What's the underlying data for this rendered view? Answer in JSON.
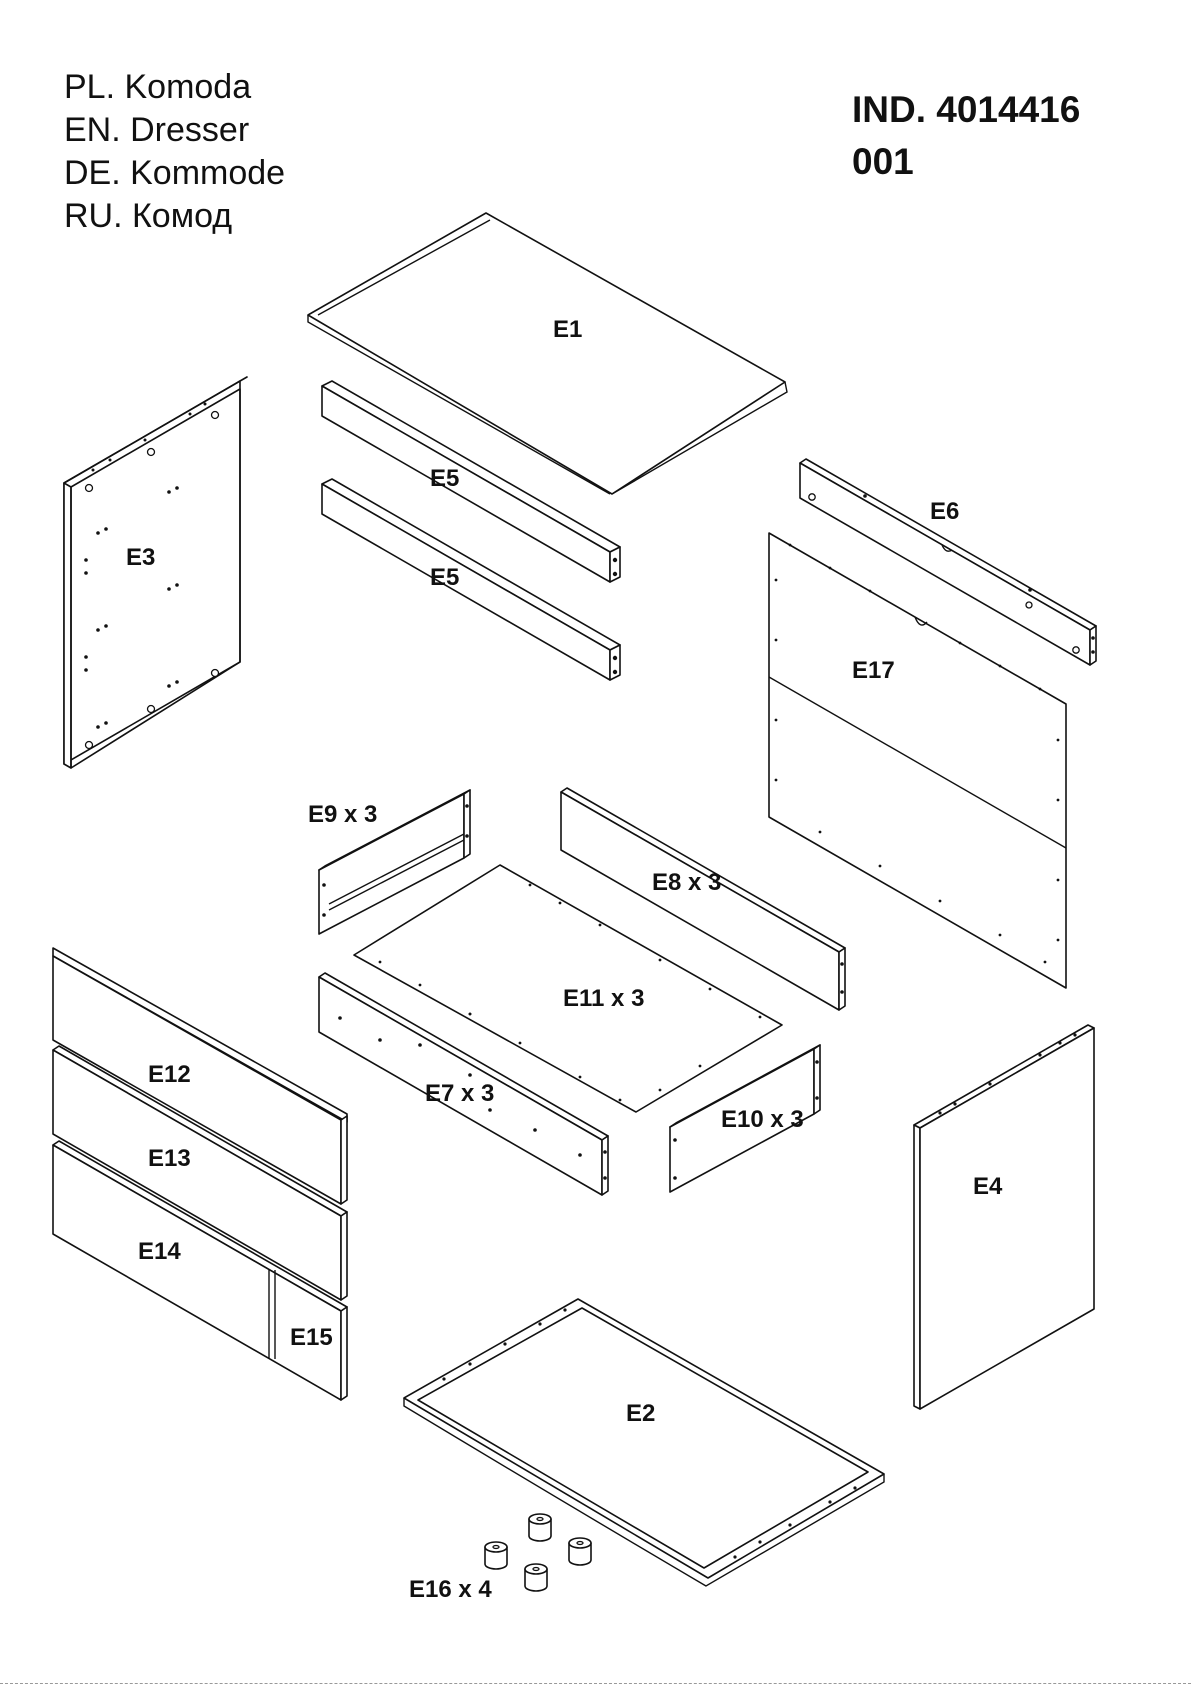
{
  "titles": {
    "pl": "PL. Komoda",
    "en": "EN. Dresser",
    "de": "DE. Kommode",
    "ru": "RU.  Комод"
  },
  "index": {
    "line1": "IND.  4014416",
    "line2": "001"
  },
  "parts": {
    "e1": "E1",
    "e2": "E2",
    "e3": "E3",
    "e4": "E4",
    "e5a": "E5",
    "e5b": "E5",
    "e6": "E6",
    "e7": "E7 x 3",
    "e8": "E8 x 3",
    "e9": "E9 x 3",
    "e10": "E10 x 3",
    "e11": "E11 x 3",
    "e12": "E12",
    "e13": "E13",
    "e14": "E14",
    "e15": "E15",
    "e16": "E16 x 4",
    "e17": "E17"
  }
}
